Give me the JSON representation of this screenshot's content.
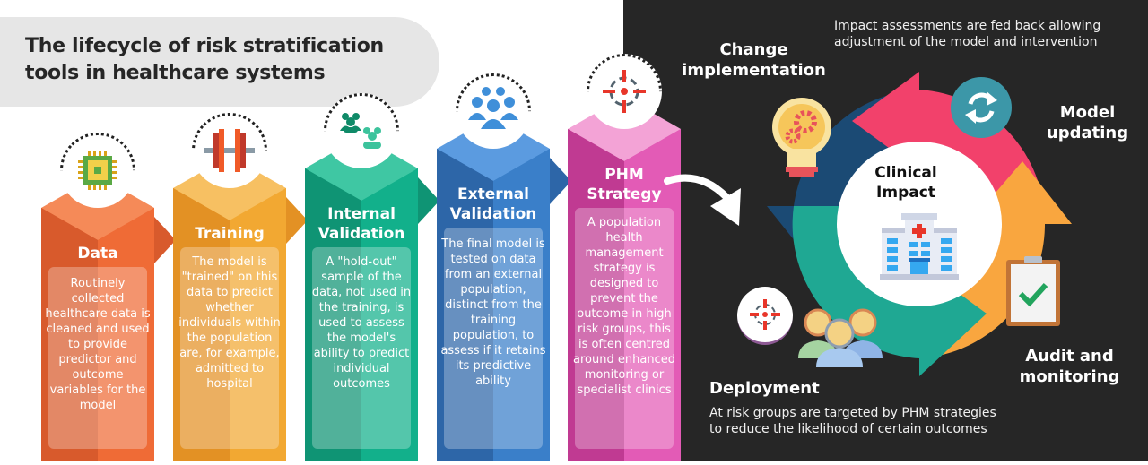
{
  "title": {
    "line1": "The lifecycle of risk stratification",
    "line2": "tools in healthcare systems"
  },
  "stages": [
    {
      "name": "Data",
      "icon": "microchip-icon",
      "color": "#ef6b36",
      "color_dark": "#d85a2c",
      "description": "Routinely collected healthcare data is cleaned and used to provide predictor and outcome variables for the model"
    },
    {
      "name": "Training",
      "icon": "dumbbell-icon",
      "color": "#f2a832",
      "color_dark": "#e39124",
      "description": "The model is \"trained\" on this data to predict whether individuals within the population are, for example, admitted to hospital"
    },
    {
      "name": "Internal Validation",
      "name_line1": "Internal",
      "name_line2": "Validation",
      "icon": "groups-icon",
      "color": "#12b08b",
      "color_dark": "#0f9474",
      "description": "A \"hold-out\" sample of the data, not used in the training, is used to assess the model's ability to predict individual outcomes"
    },
    {
      "name": "External Validation",
      "name_line1": "External",
      "name_line2": "Validation",
      "icon": "people-group-icon",
      "color": "#3a7fc9",
      "color_dark": "#2d66a8",
      "description": "The final model is tested on data from an external population, distinct from the training population, to assess if it retains its predictive ability"
    },
    {
      "name": "PHM Strategy",
      "name_line1": "PHM",
      "name_line2": "Strategy",
      "icon": "target-crosshair-icon",
      "color": "#e35bb6",
      "color_dark": "#c03a92",
      "description": "A population health management strategy is designed to prevent the outcome in high risk groups, this is often centred around enhanced monitoring or specialist clinics"
    }
  ],
  "cycle": {
    "center_line1": "Clinical",
    "center_line2": "Impact",
    "feedback_note_line1": "Impact assessments are fed back allowing",
    "feedback_note_line2": "adjustment of the model and intervention",
    "stages": {
      "change": {
        "line1": "Change",
        "line2": "implementation",
        "color": "#1b4a74"
      },
      "model_updating": {
        "line1": "Model",
        "line2": "updating",
        "color": "#f2416b"
      },
      "audit": {
        "line1": "Audit and",
        "line2": "monitoring",
        "color": "#f9a63f"
      },
      "deployment": {
        "title": "Deployment",
        "color": "#1fa893",
        "desc_line1": "At risk groups are targeted by PHM strategies",
        "desc_line2": "to reduce the likelihood of certain outcomes"
      }
    }
  }
}
